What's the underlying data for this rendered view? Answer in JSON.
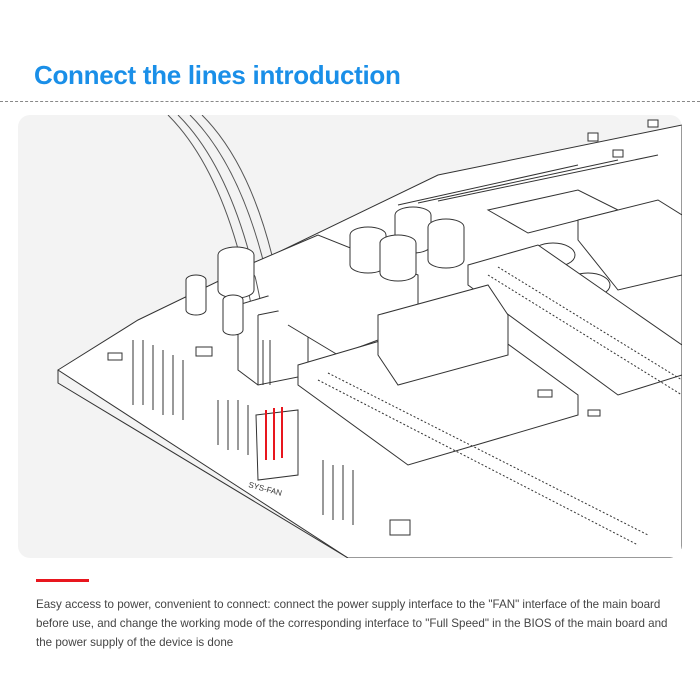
{
  "title": "Connect the lines introduction",
  "illustration": {
    "header_label": "SYS-FAN",
    "accent_color": "#e8161e"
  },
  "description": "Easy access to power, convenient to connect: connect the power supply interface to the \"FAN\" interface of the main board before use, and change the working mode of the corresponding interface to \"Full Speed\" in the BIOS of the main board and the power supply of the device is done",
  "colors": {
    "title": "#1a8fe8",
    "accent": "#e8161e"
  }
}
